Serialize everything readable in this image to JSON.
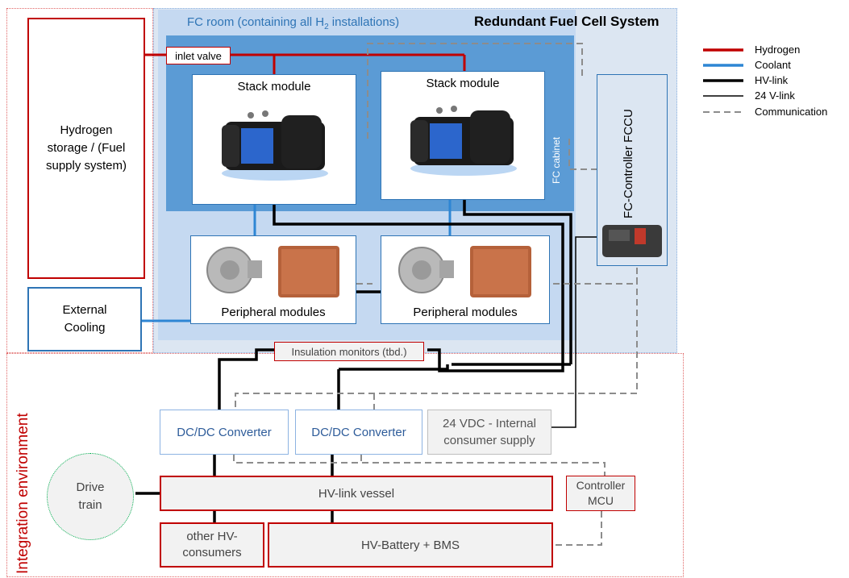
{
  "system_title": "Redundant Fuel Cell System",
  "fc_room": {
    "prefix": "FC room (containing  all H",
    "sub": "2",
    "suffix": " installations)"
  },
  "fc_cabinet": "FC cabinet",
  "inlet_valve": "inlet valve",
  "stack_modules": [
    "Stack module",
    "Stack module"
  ],
  "peripheral_modules": [
    "Peripheral modules",
    "Peripheral modules"
  ],
  "hydrogen_storage": "Hydrogen storage / (Fuel supply system)",
  "external_cooling": "External Cooling",
  "fc_controller": "FC-Controller FCCU",
  "insulation_monitors": "Insulation monitors (tbd.)",
  "dcdc": [
    "DC/DC Converter",
    "DC/DC Converter"
  ],
  "internal_supply": "24 VDC - Internal consumer supply",
  "drive_train": "Drive train",
  "hv_link_vessel": "HV-link vessel",
  "controller_mcu": "Controller MCU",
  "other_hv": "other HV-consumers",
  "hv_battery": "HV-Battery + BMS",
  "integration_environment": "Integration environment",
  "legend": [
    {
      "label": "Hydrogen",
      "color": "#c00000",
      "style": "thick"
    },
    {
      "label": "Coolant",
      "color": "#2e86d4",
      "style": "thick"
    },
    {
      "label": "HV-link",
      "color": "#000000",
      "style": "thick"
    },
    {
      "label": "24 V-link",
      "color": "#000000",
      "style": "thin"
    },
    {
      "label": "Communication",
      "color": "#8c8c8c",
      "style": "dashed"
    }
  ]
}
